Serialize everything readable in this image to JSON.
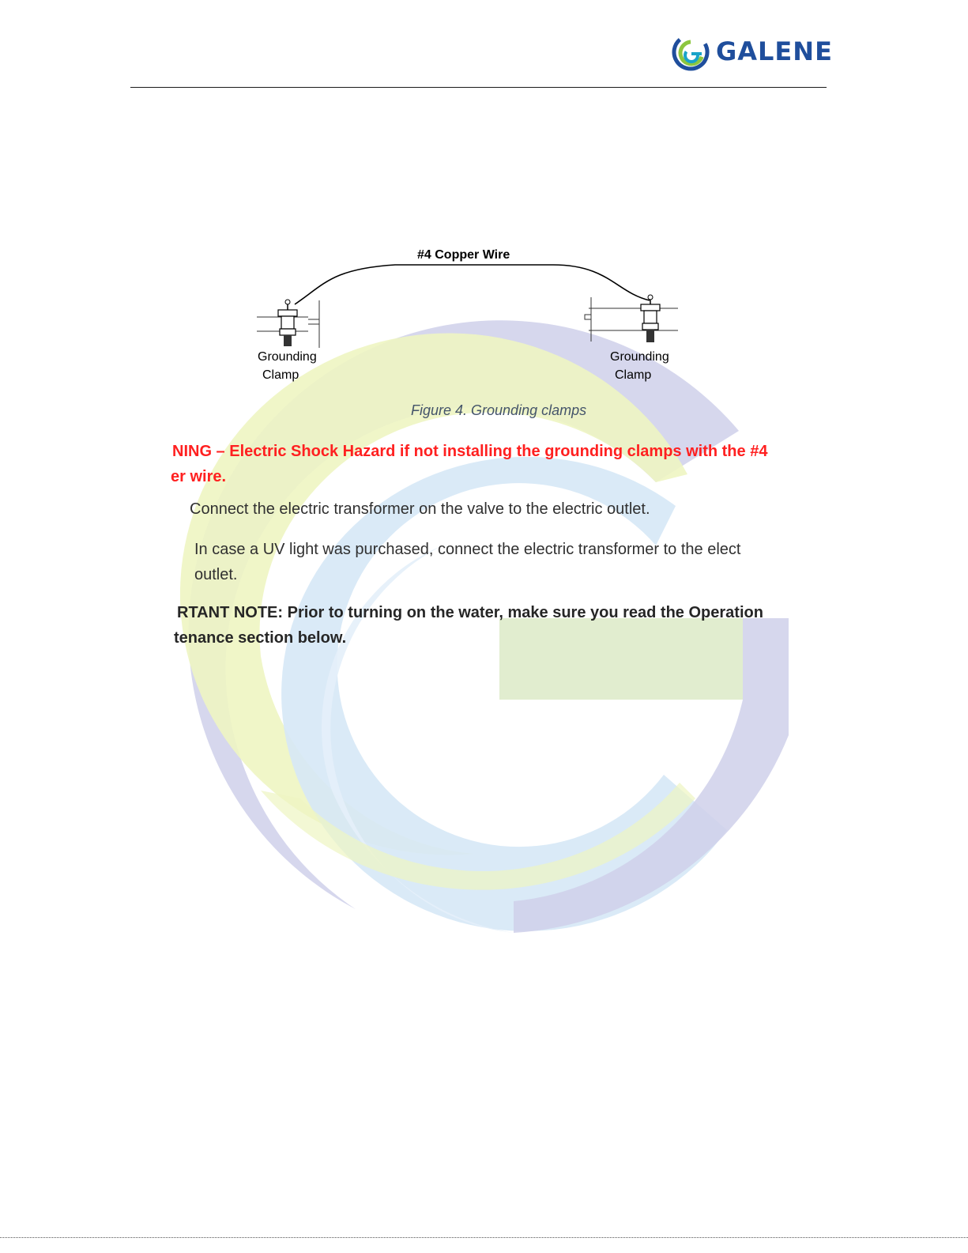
{
  "brand": {
    "name": "GALENE",
    "colors": {
      "navy": "#1f4e9c",
      "teal": "#1aa3c8",
      "green": "#8cc63f"
    }
  },
  "figure": {
    "wire_label": "#4 Copper Wire",
    "left_clamp": {
      "line1": "Grounding",
      "line2": "Clamp"
    },
    "right_clamp": {
      "line1": "Grounding",
      "line2": "Clamp"
    },
    "caption": "Figure 4. Grounding clamps"
  },
  "warning": {
    "line1": "NING – Electric Shock Hazard if not installing the grounding clamps with the #4",
    "line2": "er wire.",
    "color": "#ff2020"
  },
  "steps": {
    "connect_transformer": "Connect the electric transformer on the valve to the electric outlet.",
    "uv_light_line1": "In case a UV light was purchased, connect the electric transformer to the elect",
    "uv_light_line2": "outlet."
  },
  "note": {
    "line1": "RTANT NOTE: Prior to turning on the water, make sure you read the Operation",
    "line2": "tenance section below."
  }
}
